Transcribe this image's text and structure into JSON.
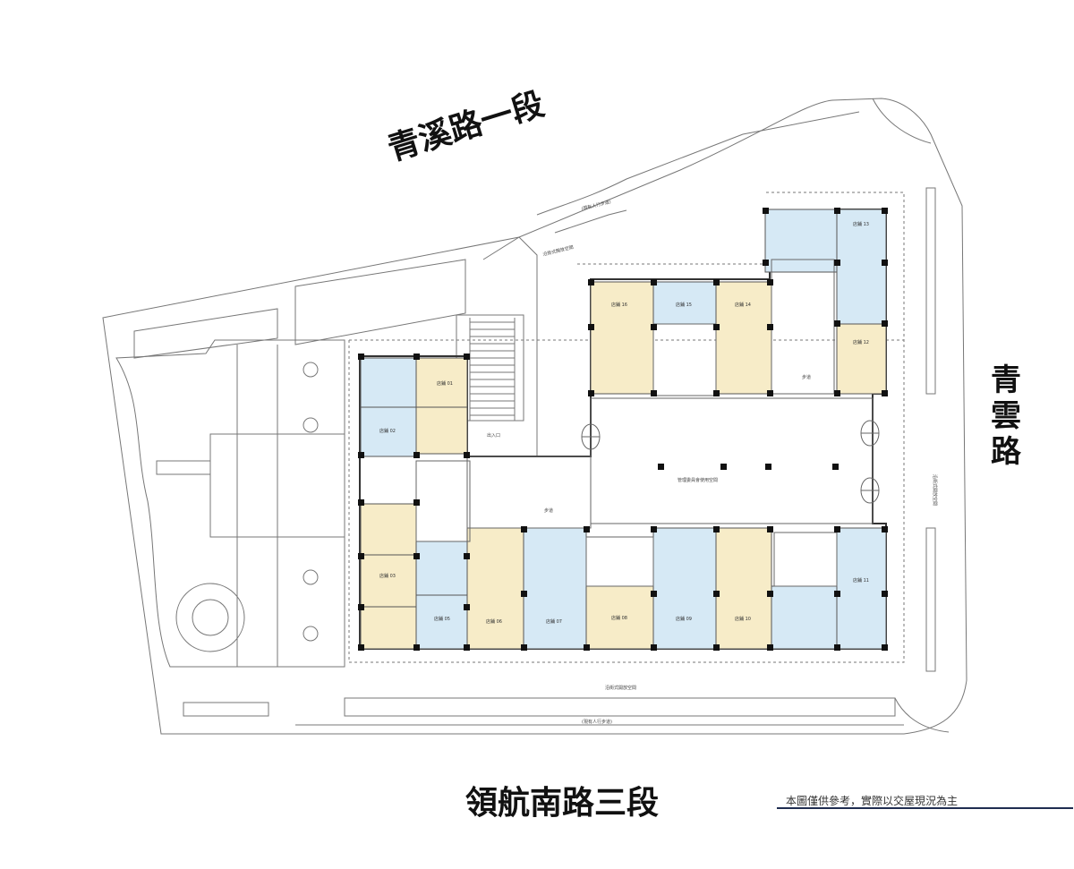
{
  "roads": {
    "north": "青溪路一段",
    "east": "青雲路",
    "south": "領航南路三段"
  },
  "disclaimer": "本圖僅供參考，實際以交屋現況為主",
  "annotations": {
    "walkway_top": "(現有人行步道)",
    "walkway_bottom": "(現有人行步道)",
    "arcade_bottom": "沿街式開放空間",
    "arcade_right": "沿街式開放空間",
    "arcade_top": "沿街式開放空間",
    "lobby": "管理委員會使用空間",
    "corridor_left": "步道",
    "corridor_right": "步道",
    "stair_label": "出入口"
  },
  "units": [
    {
      "id": "01",
      "label": "店鋪 01",
      "color": "yellow"
    },
    {
      "id": "02",
      "label": "店鋪 02",
      "color": "blue"
    },
    {
      "id": "03",
      "label": "店鋪 03",
      "color": "yellow"
    },
    {
      "id": "05",
      "label": "店鋪 05",
      "color": "blue"
    },
    {
      "id": "06",
      "label": "店鋪 06",
      "color": "yellow"
    },
    {
      "id": "07",
      "label": "店鋪 07",
      "color": "blue"
    },
    {
      "id": "08",
      "label": "店鋪 08",
      "color": "yellow"
    },
    {
      "id": "09",
      "label": "店鋪 09",
      "color": "blue"
    },
    {
      "id": "10",
      "label": "店鋪 10",
      "color": "yellow"
    },
    {
      "id": "11",
      "label": "店鋪 11",
      "color": "blue"
    },
    {
      "id": "12",
      "label": "店鋪 12",
      "color": "yellow"
    },
    {
      "id": "13",
      "label": "店鋪 13",
      "color": "blue"
    },
    {
      "id": "14",
      "label": "店鋪 14",
      "color": "yellow"
    },
    {
      "id": "15",
      "label": "店鋪 15",
      "color": "blue"
    },
    {
      "id": "16",
      "label": "店鋪 16",
      "color": "yellow"
    }
  ],
  "colors": {
    "unit_blue": "#d6e9f5",
    "unit_yellow": "#f7ecc8",
    "line": "#555555",
    "column": "#111111",
    "accent_rule": "#1f2d50"
  }
}
